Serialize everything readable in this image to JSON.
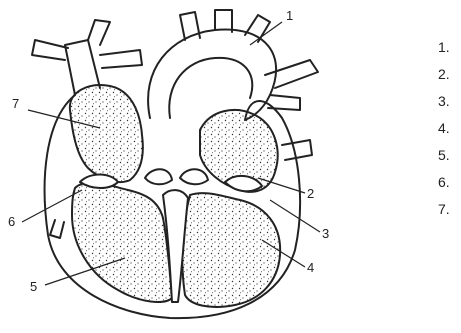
{
  "diagram": {
    "callouts": [
      "1",
      "2",
      "3",
      "4",
      "5",
      "6",
      "7"
    ]
  },
  "answer_list": {
    "items": [
      "1.",
      "2.",
      "3.",
      "4.",
      "5.",
      "6.",
      "7."
    ]
  },
  "colors": {
    "ink": "#222222",
    "stipple": "#333333",
    "background": "#ffffff"
  }
}
